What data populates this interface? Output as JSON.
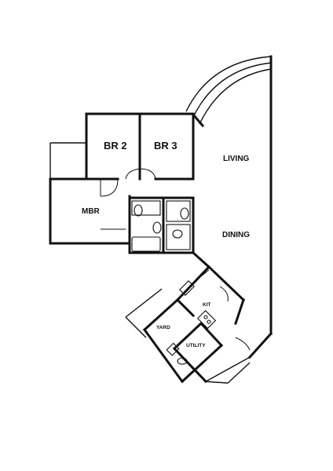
{
  "rooms": {
    "br2": "BR 2",
    "br3": "BR 3",
    "living": "LIVING",
    "mbr": "MBR",
    "dining": "DINING",
    "kit": "KIT",
    "yard": "YARD",
    "utility": "UTILITY"
  }
}
